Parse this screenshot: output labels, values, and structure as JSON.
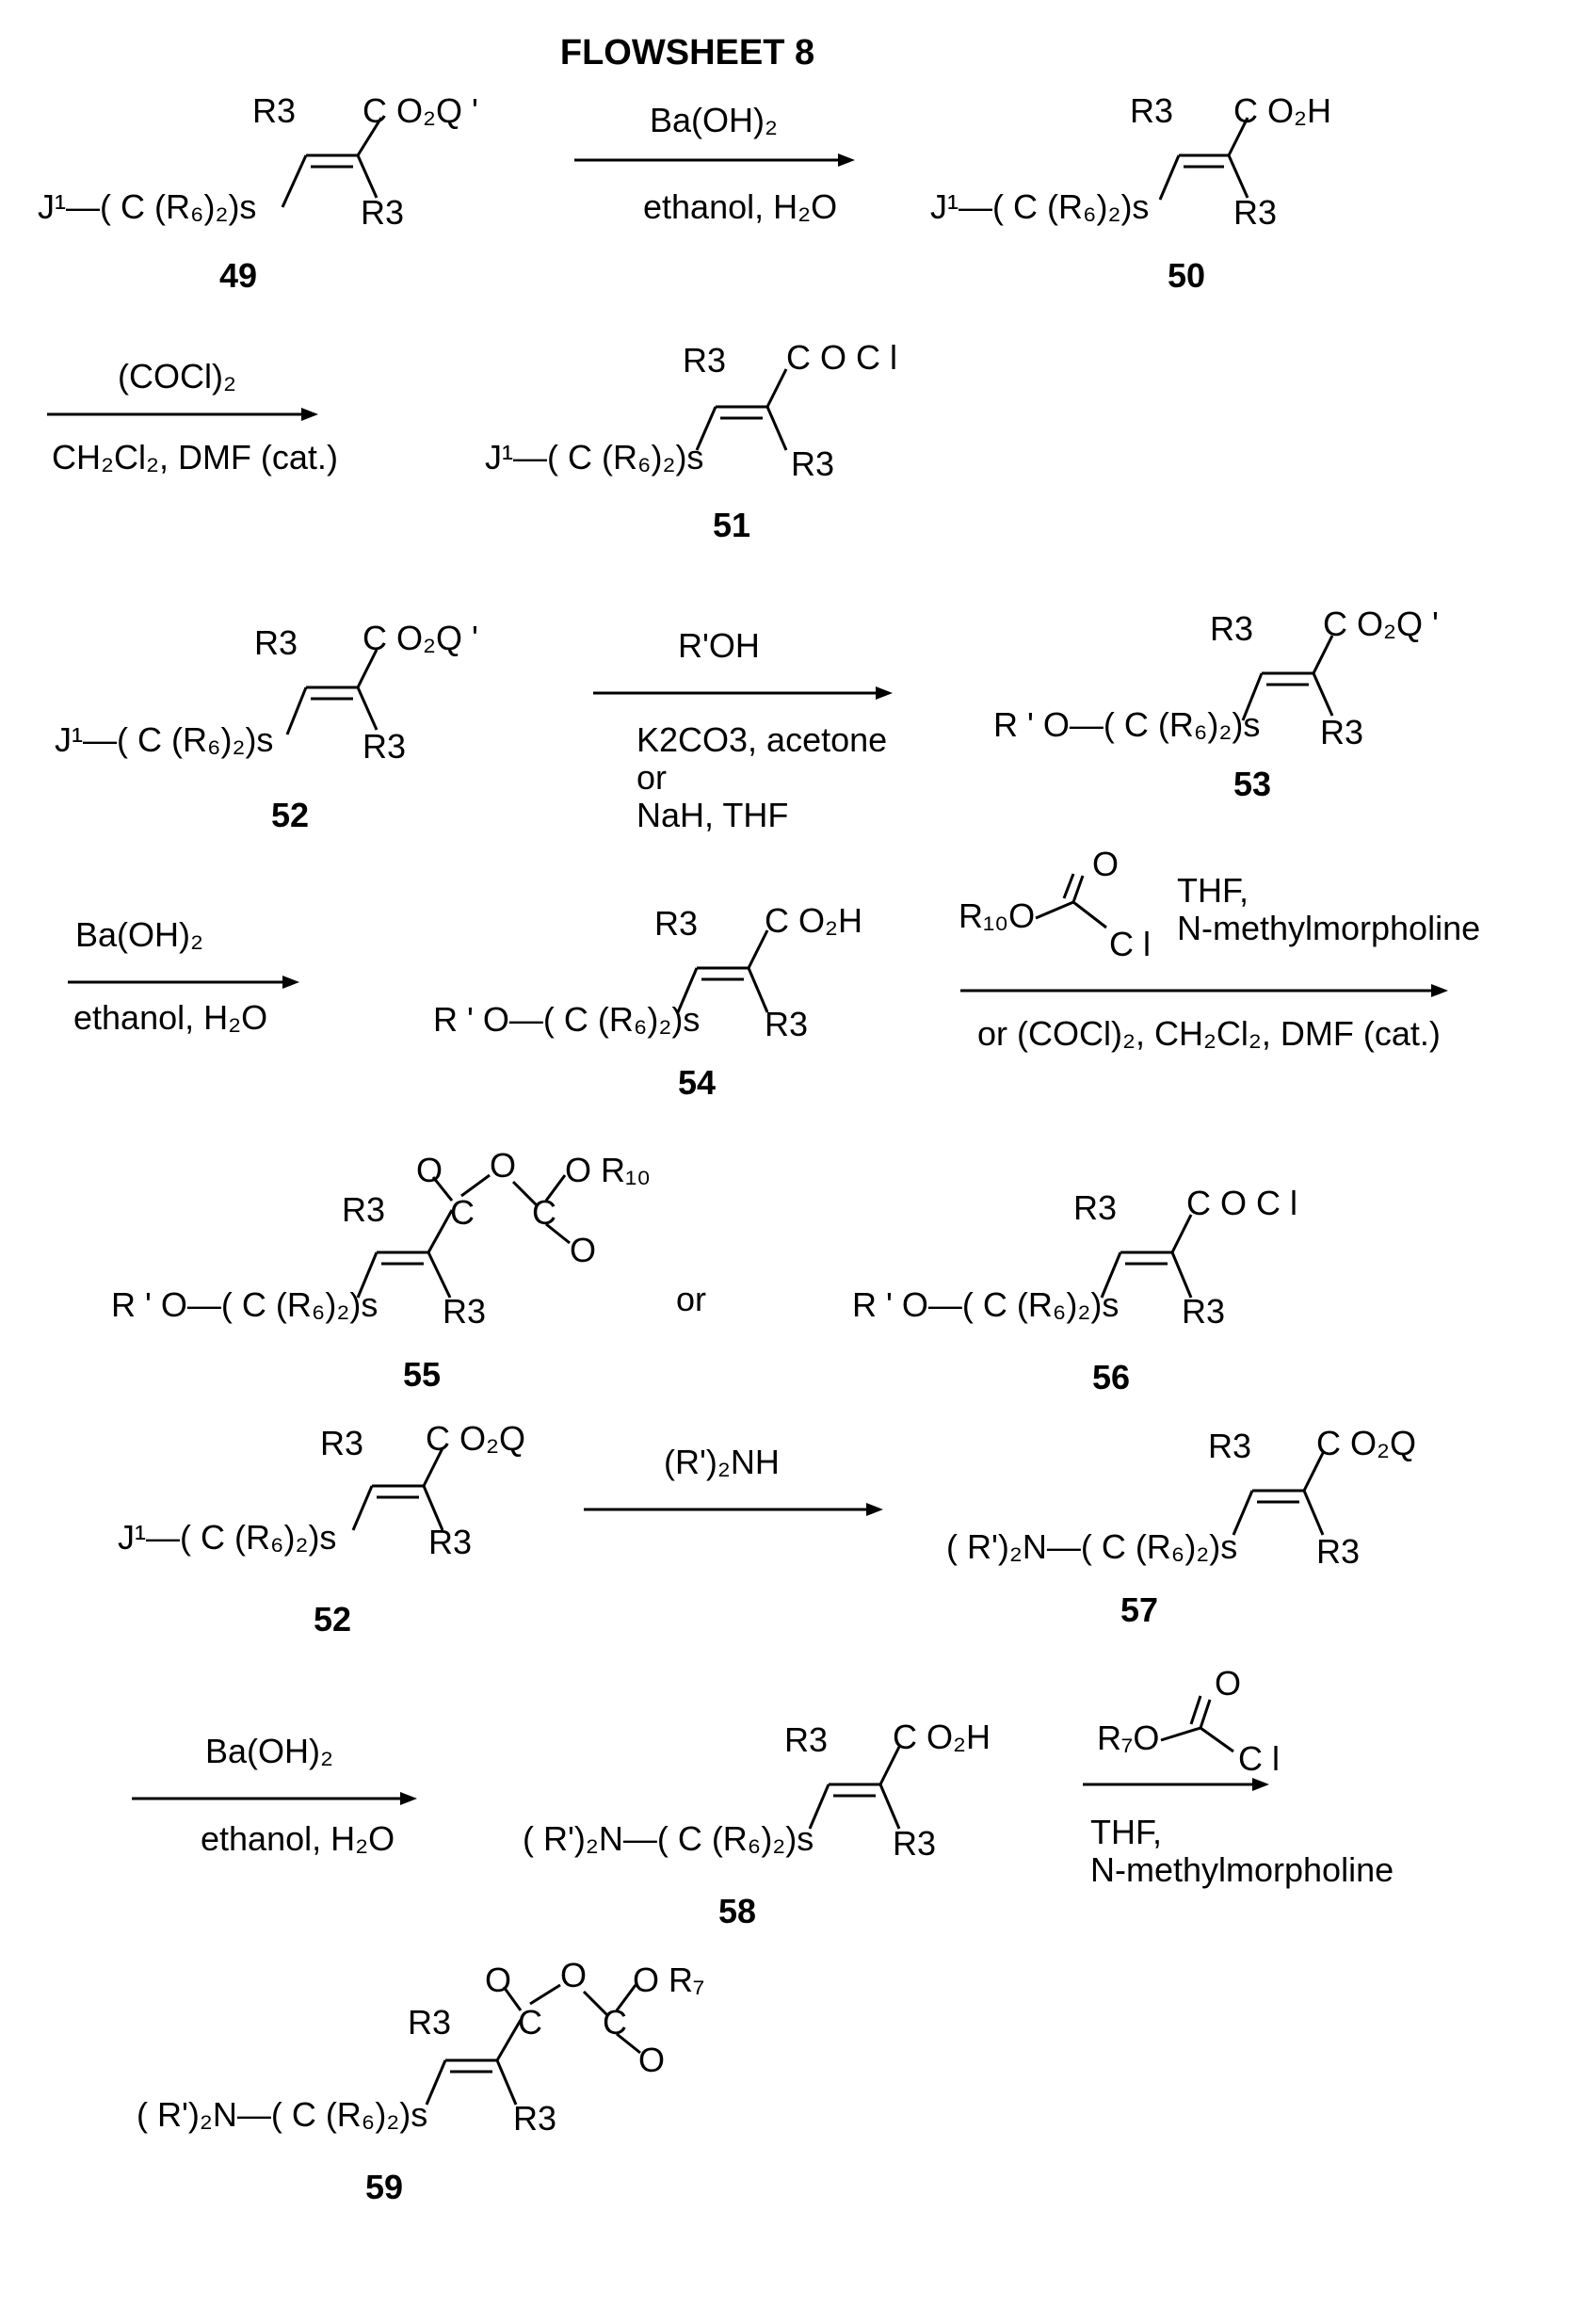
{
  "header": {
    "title": "FLOWSHEET 8"
  },
  "compounds": {
    "c49": {
      "number": "49",
      "chain": "J¹—( C (R₆)₂)s",
      "r_top": "R3",
      "r_bottom": "R3",
      "group": "C O₂Q '"
    },
    "c50": {
      "number": "50",
      "chain": "J¹—( C (R₆)₂)s",
      "r_top": "R3",
      "r_bottom": "R3",
      "group": "C O₂H"
    },
    "c51": {
      "number": "51",
      "chain": "J¹—( C (R₆)₂)s",
      "r_top": "R3",
      "r_bottom": "R3",
      "group": "C O C l"
    },
    "c52a": {
      "number": "52",
      "chain": "J¹—( C (R₆)₂)s",
      "r_top": "R3",
      "r_bottom": "R3",
      "group": "C O₂Q '"
    },
    "c53": {
      "number": "53",
      "chain": "R ' O—( C (R₆)₂)s",
      "r_top": "R3",
      "r_bottom": "R3",
      "group": "C O₂Q '"
    },
    "c54": {
      "number": "54",
      "chain": "R ' O—( C (R₆)₂)s",
      "r_top": "R3",
      "r_bottom": "R3",
      "group": "C O₂H"
    },
    "c55": {
      "number": "55",
      "chain": "R ' O—( C (R₆)₂)s",
      "r_top": "R3",
      "r_bottom": "R3",
      "o1": "O",
      "o2": "O",
      "c1": "C",
      "c2": "C",
      "or10": "O R₁₀",
      "o3": "O"
    },
    "or_text": "or",
    "c56": {
      "number": "56",
      "chain": "R ' O—( C (R₆)₂)s",
      "r_top": "R3",
      "r_bottom": "R3",
      "group": "C O C l"
    },
    "c52b": {
      "number": "52",
      "chain": "J¹—( C (R₆)₂)s",
      "r_top": "R3",
      "r_bottom": "R3",
      "group": "C O₂Q"
    },
    "c57": {
      "number": "57",
      "chain": "( R')₂N—( C (R₆)₂)s",
      "r_top": "R3",
      "r_bottom": "R3",
      "group": "C O₂Q"
    },
    "c58": {
      "number": "58",
      "chain": "( R')₂N—( C (R₆)₂)s",
      "r_top": "R3",
      "r_bottom": "R3",
      "group": "C O₂H"
    },
    "c59": {
      "number": "59",
      "chain": "( R')₂N—( C (R₆)₂)s",
      "r_top": "R3",
      "r_bottom": "R3",
      "o1": "O",
      "o2": "O",
      "c1": "C",
      "c2": "C",
      "or7": "O R₇",
      "o3": "O"
    }
  },
  "reagents": {
    "step1": {
      "above": "Ba(OH)₂",
      "below": "ethanol, H₂O"
    },
    "step2": {
      "above": "(COCl)₂",
      "below": "CH₂Cl₂, DMF (cat.)"
    },
    "step3": {
      "above": "R'OH",
      "below1": "K2CO3, acetone",
      "below2": "or",
      "below3": "NaH, THF"
    },
    "step4": {
      "above": "Ba(OH)₂",
      "below": "ethanol, H₂O"
    },
    "step5": {
      "reagent_left": "R₁₀O",
      "reagent_o": "O",
      "reagent_cl": "C l",
      "solvent1": "THF,",
      "solvent2": "N-methylmorpholine",
      "below": "or (COCl)₂, CH₂Cl₂, DMF (cat.)"
    },
    "step6": {
      "above": "(R')₂NH"
    },
    "step7": {
      "above": "Ba(OH)₂",
      "below": "ethanol, H₂O"
    },
    "step8": {
      "reagent_left": "R₇O",
      "reagent_o": "O",
      "reagent_cl": "C l",
      "below1": "THF,",
      "below2": "N-methylmorpholine"
    }
  }
}
